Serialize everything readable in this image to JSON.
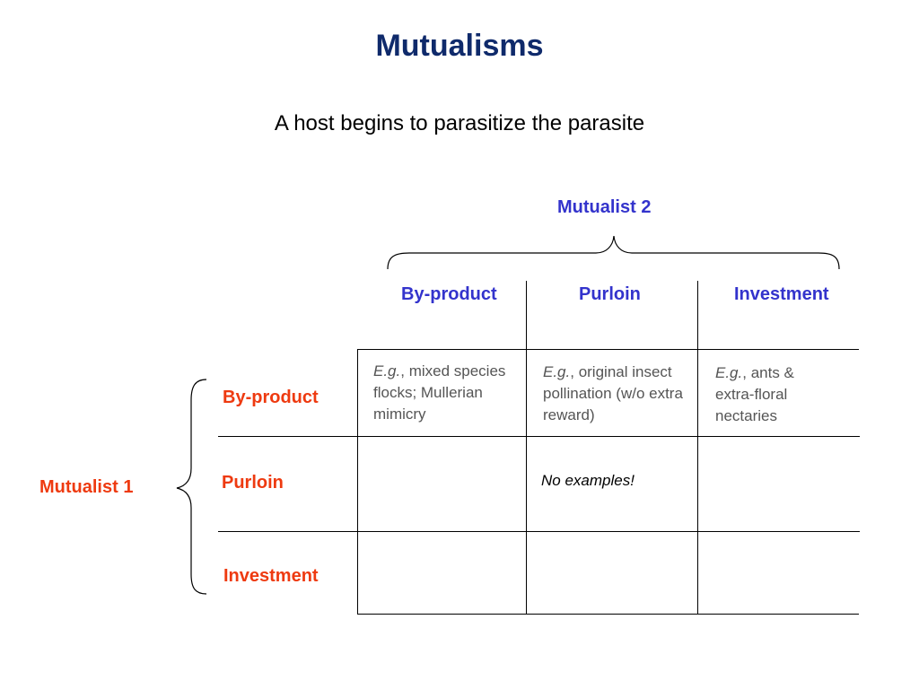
{
  "slide": {
    "title": "Mutualisms",
    "subtitle": "A host begins to parasitize the parasite"
  },
  "mutualist2": {
    "label": "Mutualist 2",
    "columns": [
      "By-product",
      "Purloin",
      "Investment"
    ]
  },
  "mutualist1": {
    "label": "Mutualist 1",
    "rows": [
      "By-product",
      "Purloin",
      "Investment"
    ]
  },
  "cells": {
    "byproduct_byproduct": {
      "eg": "E.g.",
      "text": ", mixed species flocks; Mullerian mimicry"
    },
    "byproduct_purloin": {
      "eg": "E.g.",
      "text": ", original insect pollination (w/o extra reward)"
    },
    "byproduct_investment": {
      "eg": "E.g.",
      "text": ", ants & extra-floral nectaries"
    },
    "purloin_purloin": "No examples!"
  },
  "colors": {
    "title": "#0f2a6b",
    "mutualist2": "#3333cc",
    "mutualist1": "#ee3a10",
    "cell_text": "#555555"
  }
}
